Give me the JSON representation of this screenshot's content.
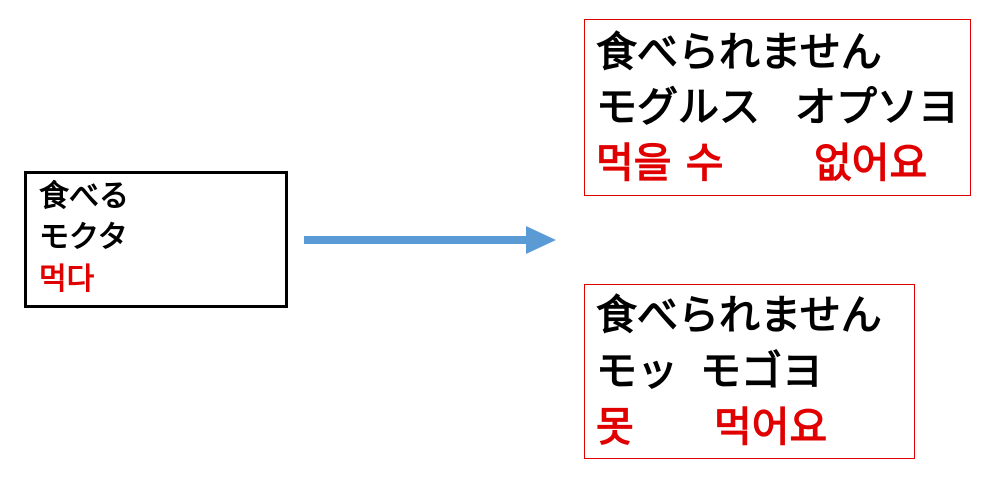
{
  "source": {
    "line1": "食べる",
    "line2": "モクタ",
    "line3": "먹다"
  },
  "result_polite": {
    "line1": "食べられません",
    "line2_a": "モグルス",
    "line2_b": "オプソヨ",
    "line3_a": "먹을 수",
    "line3_b": "없어요"
  },
  "result_short": {
    "line1": "食べられません",
    "line2_a": "モッ",
    "line2_b": "モゴヨ",
    "line3_a": "못",
    "line3_b": "먹어요"
  },
  "colors": {
    "korean_text": "#e00000",
    "japanese_text": "#000000",
    "result_border": "#e00000",
    "arrow": "#5b9bd5"
  }
}
